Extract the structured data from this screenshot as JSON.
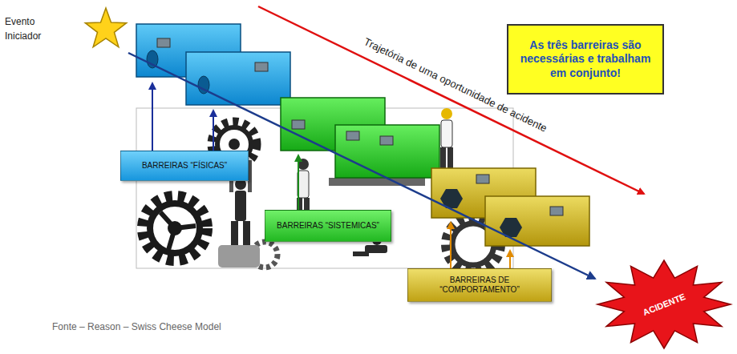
{
  "diagram": {
    "caption": "Fonte – Reason – Swiss Cheese Model",
    "nodes": [
      {
        "text": [
          "Evento Iniciador"
        ]
      },
      {
        "text": [
          "As três barreiras são necessárias e trabalham em conjunto!"
        ]
      },
      {
        "text": [
          "BARREIRAS “FÍSICAS”"
        ]
      },
      {
        "text": [
          "BARREIRAS “SISTEMICAS”"
        ]
      },
      {
        "text": [
          "BARREIRAS DE “COMPORTAMENTO”"
        ]
      },
      {
        "text": [
          "ACIDENTE"
        ]
      }
    ],
    "edges": [
      {
        "from": 0,
        "to": 5,
        "arrow": "to"
      }
    ],
    "labels": [
      "Trajetória de uma oportunidade de acidente"
    ]
  }
}
